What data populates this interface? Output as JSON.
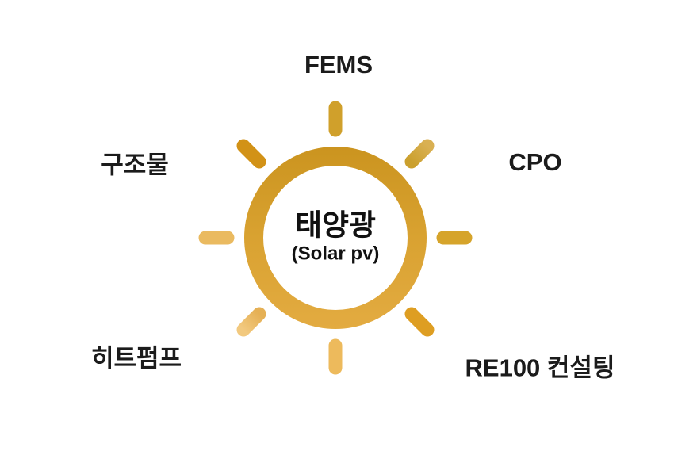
{
  "background_color": "#FFFFFF",
  "diagram": {
    "center": {
      "title": "태양광",
      "subtitle": "(Solar pv)"
    },
    "labels": [
      {
        "id": "fems",
        "text": "FEMS",
        "position": "top"
      },
      {
        "id": "structure",
        "text": "구조물",
        "position": "top-left"
      },
      {
        "id": "cpo",
        "text": "CPO",
        "position": "right"
      },
      {
        "id": "heat-pump",
        "text": "히트펌프",
        "position": "bottom-left"
      },
      {
        "id": "re100",
        "text": "RE100 컨설팅",
        "position": "bottom-right"
      }
    ],
    "colors": {
      "text": "#1B1B1B",
      "ring_top": "#CB941F",
      "ring_mid": "#D9A231",
      "ring_bottom": "#E3AB41",
      "ray_top": "#D0A02B",
      "ray_top_right": "#CBA02E",
      "ray_top_right_tip": "#D9B052",
      "ray_right": "#D6A42B",
      "ray_bottom_right": "#DE9E22",
      "ray_bottom": "#EDBA5C",
      "ray_bottom_left": "#E5B055",
      "ray_bottom_left_tip": "#F2C97F",
      "ray_left": "#EABA60",
      "ray_top_left": "#D29217"
    }
  }
}
